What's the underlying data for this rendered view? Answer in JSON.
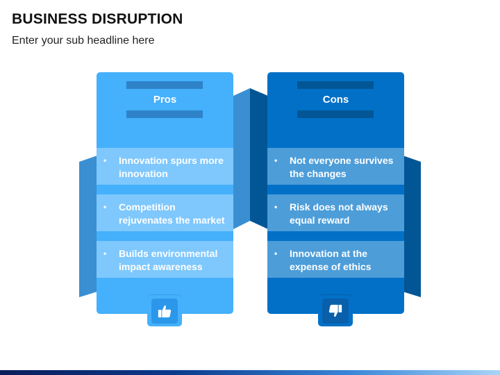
{
  "header": {
    "title": "BUSINESS DISRUPTION",
    "subtitle": "Enter your sub headline here"
  },
  "pros": {
    "title": "Pros",
    "icon": "thumbs-up-icon",
    "items": [
      {
        "text": "Innovation spurs more innovation"
      },
      {
        "text": "Competition rejuvenates the market"
      },
      {
        "text": "Builds environmental impact awareness"
      }
    ]
  },
  "cons": {
    "title": "Cons",
    "icon": "thumbs-down-icon",
    "items": [
      {
        "text": "Not everyone survives the changes"
      },
      {
        "text": "Risk does not always equal reward"
      },
      {
        "text": "Innovation at the expense of ethics"
      }
    ]
  },
  "bullet": "•",
  "colors": {
    "pros_card": "#45b0fb",
    "pros_item": "#7fc8fd",
    "cons_card": "#0270c6",
    "cons_item": "#4d9dd9",
    "connector_light": "#3a8fd2",
    "connector_dark": "#025695"
  }
}
